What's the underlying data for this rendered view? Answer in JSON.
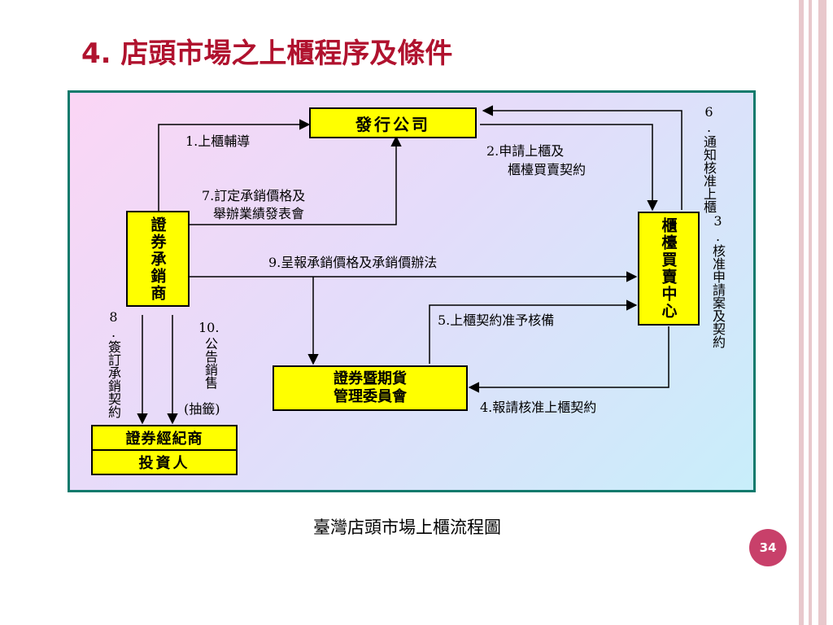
{
  "slide": {
    "title": "4. 店頭市場之上櫃程序及條件",
    "caption": "臺灣店頭市場上櫃流程圖",
    "page_number": "34"
  },
  "diagram": {
    "nodes": {
      "issuer": "發行公司",
      "underwriter": "證券承銷商",
      "otc_center": "櫃檯買賣中心",
      "commission_line1": "證券暨期貨",
      "commission_line2": "管理委員會",
      "broker": "證券經紀商",
      "investor": "投資人"
    },
    "edges": {
      "e1": "1.上櫃輔導",
      "e2_line1": "2.申請上櫃及",
      "e2_line2": "櫃檯買賣契約",
      "e3": "3.核准申請案及契約",
      "e4": "4.報請核准上櫃契約",
      "e5": "5.上櫃契約准予核備",
      "e6": "6.通知核准上櫃",
      "e7_line1": "7.訂定承銷價格及",
      "e7_line2": "舉辦業績發表會",
      "e8": "8.簽訂承銷契約",
      "e9": "9.呈報承銷價格及承銷價辦法",
      "e10_line1": "10.",
      "e10_line2": "公告銷售",
      "e10_line3": "(抽籤)"
    }
  },
  "colors": {
    "title": "#b0122e",
    "panel_border": "#0f7a6c",
    "box_fill": "#ffff00",
    "page_badge": "#c8406a"
  }
}
